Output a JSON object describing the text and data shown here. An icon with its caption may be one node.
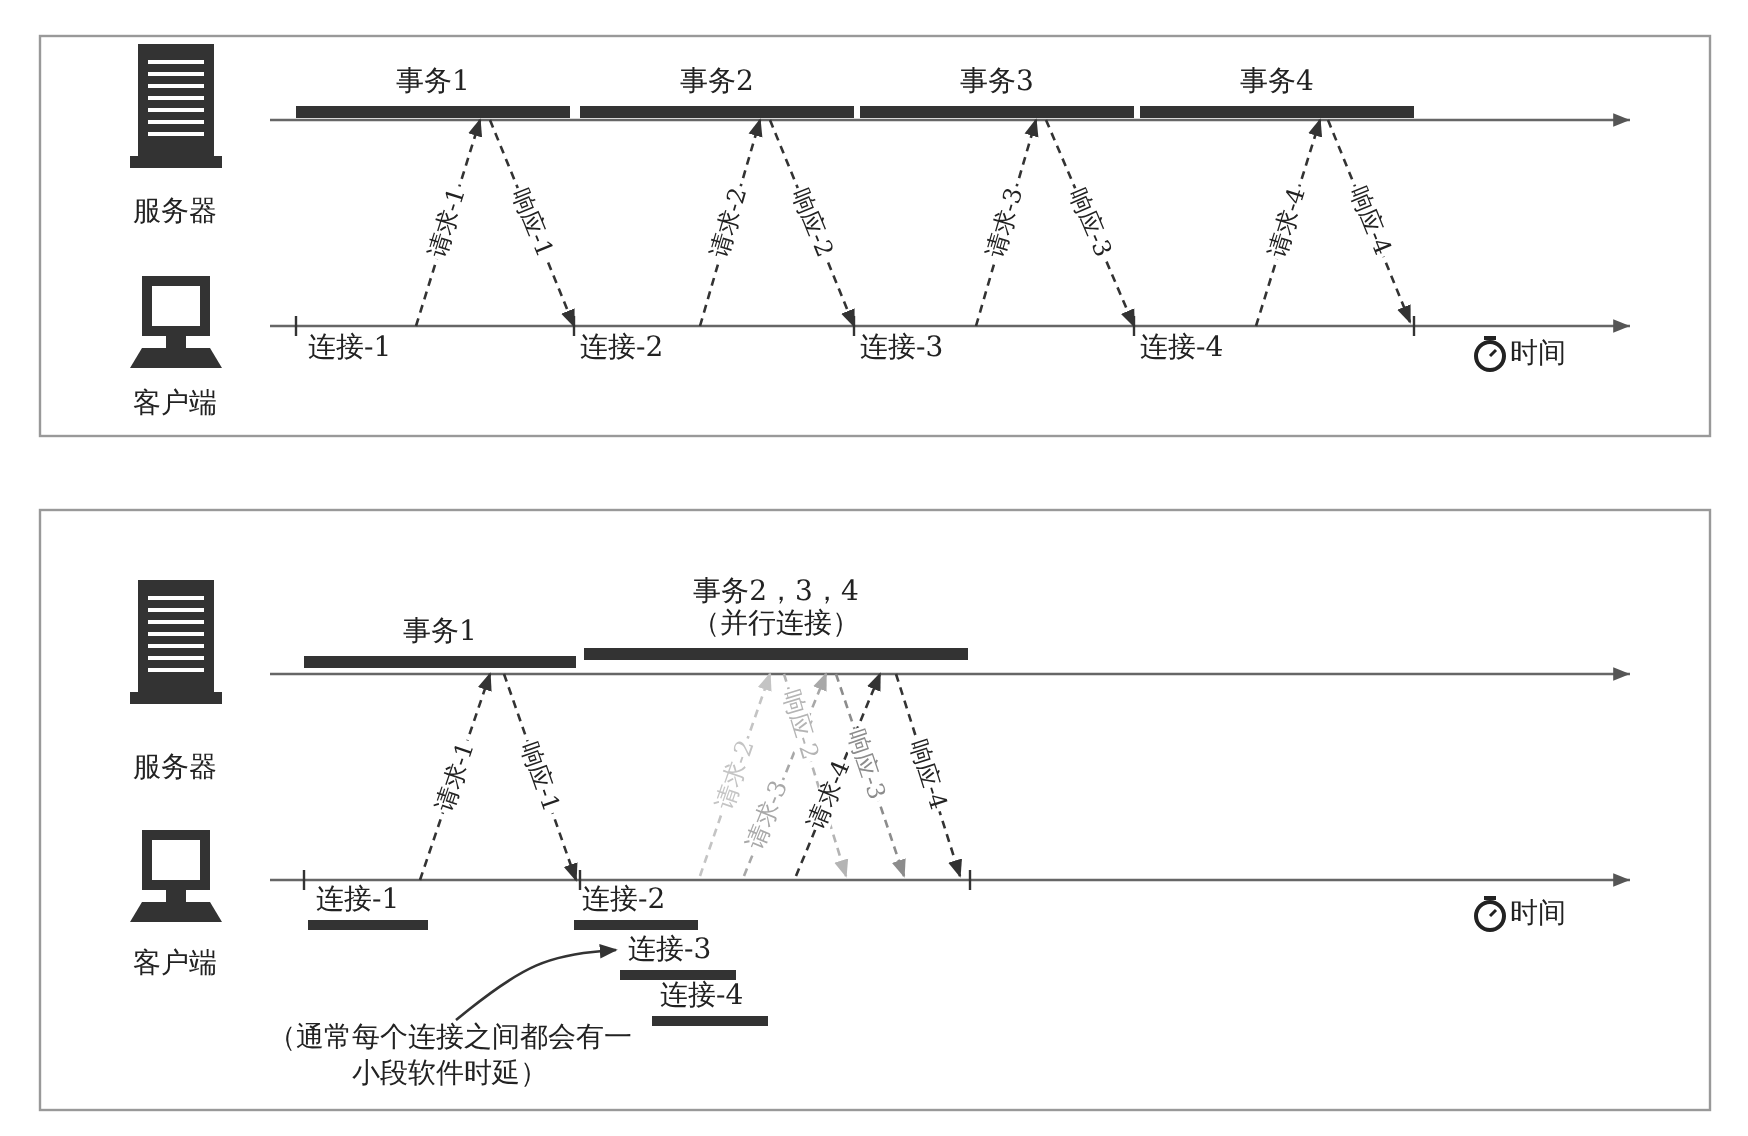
{
  "diagram": {
    "nodes": [
      {
        "text": [
          "服务器"
        ]
      },
      {
        "text": [
          "客户端"
        ]
      },
      {
        "text": [
          "事务1"
        ]
      },
      {
        "text": [
          "事务2"
        ]
      },
      {
        "text": [
          "事务3"
        ]
      },
      {
        "text": [
          "事务4"
        ]
      },
      {
        "text": [
          "连接-1"
        ]
      },
      {
        "text": [
          "连接-2"
        ]
      },
      {
        "text": [
          "连接-3"
        ]
      },
      {
        "text": [
          "连接-4"
        ]
      },
      {
        "text": [
          "服务器"
        ]
      },
      {
        "text": [
          "客户端"
        ]
      },
      {
        "text": [
          "事务1"
        ]
      },
      {
        "text": [
          "事务2，3，4",
          "（并行连接）"
        ]
      },
      {
        "text": [
          "连接-1"
        ]
      },
      {
        "text": [
          "连接-2"
        ]
      },
      {
        "text": [
          "连接-3"
        ]
      },
      {
        "text": [
          "连接-4"
        ]
      },
      {
        "text": [
          "（通常每个连接之间都会有一小段软件时延）"
        ]
      }
    ],
    "edges": [
      {
        "from": 6,
        "to": 2,
        "arrow": "to",
        "label": "请求-1",
        "style": "dashed"
      },
      {
        "from": 2,
        "to": 7,
        "arrow": "to",
        "label": "响应-1",
        "style": "dashed"
      },
      {
        "from": 7,
        "to": 3,
        "arrow": "to",
        "label": "请求-2",
        "style": "dashed"
      },
      {
        "from": 3,
        "to": 8,
        "arrow": "to",
        "label": "响应-2",
        "style": "dashed"
      },
      {
        "from": 8,
        "to": 4,
        "arrow": "to",
        "label": "请求-3",
        "style": "dashed"
      },
      {
        "from": 4,
        "to": 9,
        "arrow": "to",
        "label": "响应-3",
        "style": "dashed"
      },
      {
        "from": 9,
        "to": 5,
        "arrow": "to",
        "label": "请求-4",
        "style": "dashed"
      },
      {
        "from": 5,
        "to": null,
        "arrow": "to",
        "label": "响应-4",
        "style": "dashed"
      },
      {
        "from": 14,
        "to": 12,
        "arrow": "to",
        "label": "请求-1",
        "style": "dashed"
      },
      {
        "from": 12,
        "to": 15,
        "arrow": "to",
        "label": "响应-1",
        "style": "dashed"
      },
      {
        "from": null,
        "to": 13,
        "arrow": "to",
        "label": "请求-2",
        "style": "dashed",
        "color": "#c4c4c4"
      },
      {
        "from": null,
        "to": 13,
        "arrow": "to",
        "label": "请求-3",
        "style": "dashed",
        "color": "#a8a8a8"
      },
      {
        "from": null,
        "to": 13,
        "arrow": "to",
        "label": "请求-4",
        "style": "dashed"
      },
      {
        "from": 13,
        "to": null,
        "arrow": "to",
        "label": "响应-2",
        "style": "dashed",
        "color": "#b4b4b4"
      },
      {
        "from": 13,
        "to": null,
        "arrow": "to",
        "label": "响应-3",
        "style": "dashed",
        "color": "#8c8c8c"
      },
      {
        "from": 13,
        "to": null,
        "arrow": "to",
        "label": "响应-4",
        "style": "dashed"
      },
      {
        "from": 18,
        "to": 16,
        "arrow": "to"
      }
    ],
    "labels": [
      "时间",
      "时间"
    ]
  }
}
